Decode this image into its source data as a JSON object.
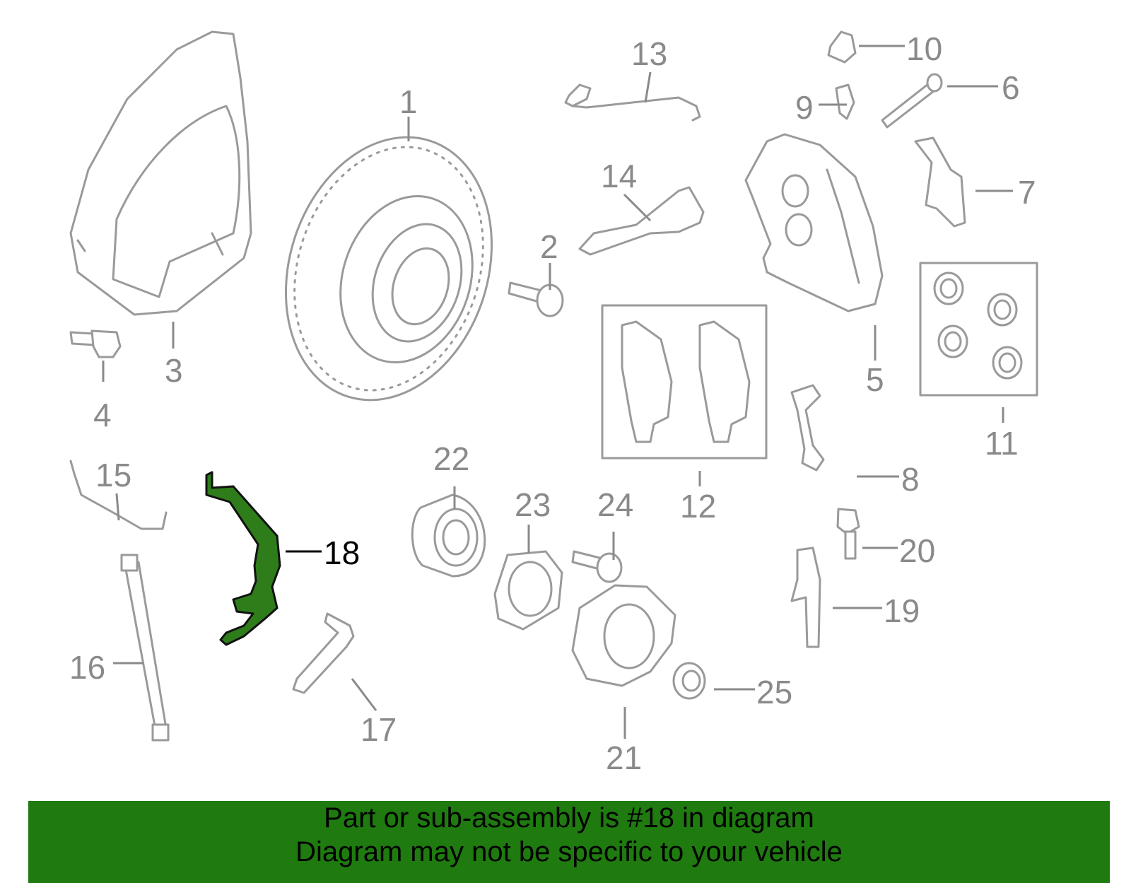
{
  "callouts": {
    "c1": "1",
    "c2": "2",
    "c3": "3",
    "c4": "4",
    "c5": "5",
    "c6": "6",
    "c7": "7",
    "c8": "8",
    "c9": "9",
    "c10": "10",
    "c11": "11",
    "c12": "12",
    "c13": "13",
    "c14": "14",
    "c15": "15",
    "c16": "16",
    "c17": "17",
    "c18": "18",
    "c19": "19",
    "c20": "20",
    "c21": "21",
    "c22": "22",
    "c23": "23",
    "c24": "24",
    "c25": "25"
  },
  "highlight_color": "#2e7d1a",
  "banner": {
    "line1": "Part or sub-assembly is #18 in diagram",
    "line2": "Diagram may not be specific to your vehicle",
    "bg_color": "#1f7a10"
  }
}
